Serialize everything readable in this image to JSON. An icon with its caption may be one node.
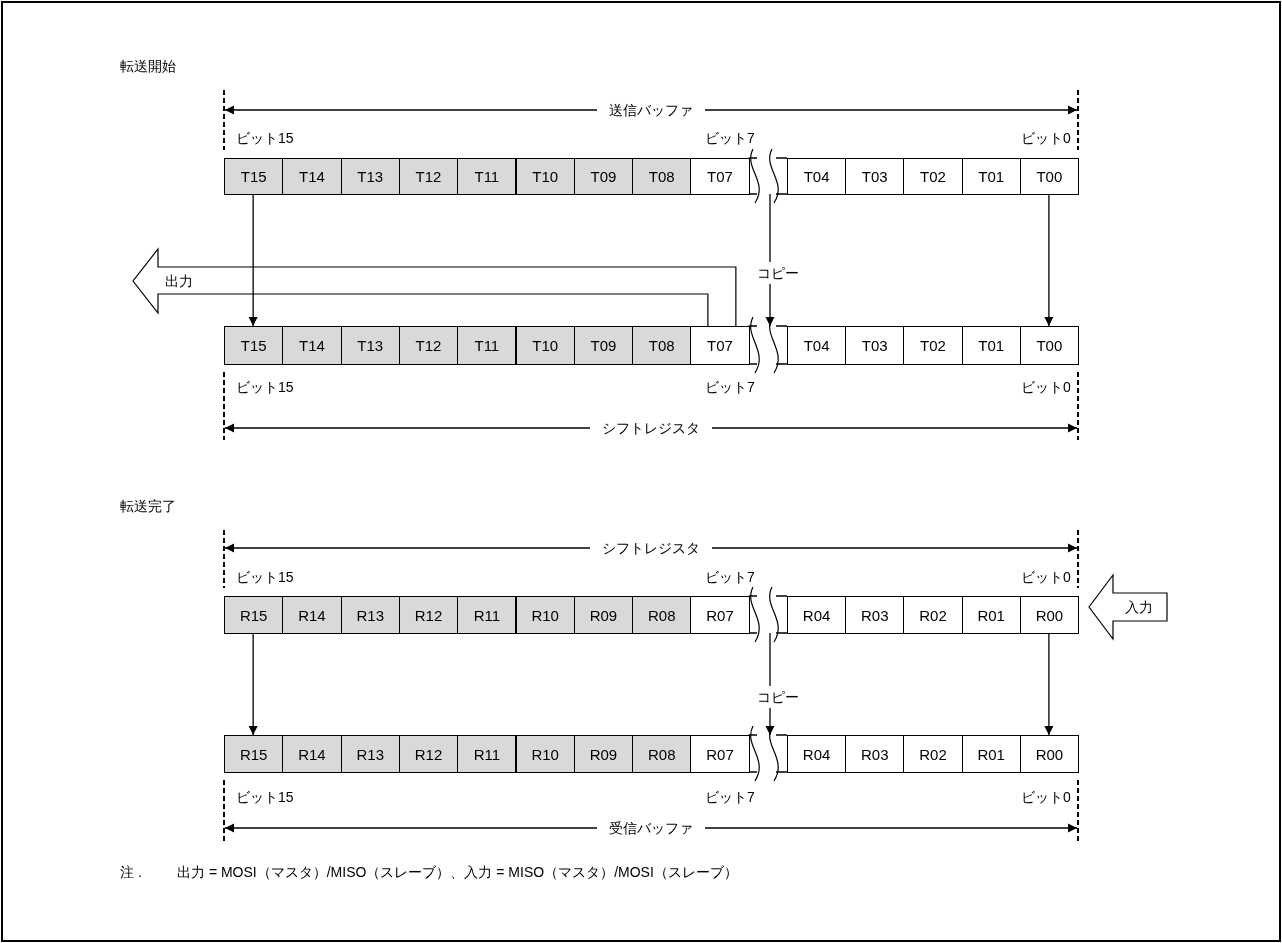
{
  "diagram": {
    "nodes": [
      {
        "text": [],
        "shape": "bar"
      },
      {
        "text": [
          "T15"
        ],
        "in": 0
      },
      {
        "text": [
          "T14"
        ],
        "in": 0
      },
      {
        "text": [
          "T13"
        ],
        "in": 0
      },
      {
        "text": [
          "T12"
        ],
        "in": 0
      },
      {
        "text": [
          "T11"
        ],
        "in": 0
      },
      {
        "text": [
          "T10"
        ],
        "in": 0
      },
      {
        "text": [
          "T09"
        ],
        "in": 0
      },
      {
        "text": [
          "T08"
        ],
        "in": 0
      },
      {
        "text": [
          "T07"
        ],
        "in": 0
      },
      {
        "text": [
          "T04"
        ],
        "in": 0
      },
      {
        "text": [
          "T03"
        ],
        "in": 0
      },
      {
        "text": [
          "T02"
        ],
        "in": 0
      },
      {
        "text": [
          "T01"
        ],
        "in": 0
      },
      {
        "text": [
          "T00"
        ],
        "in": 0
      },
      {
        "text": [],
        "shape": "bar"
      },
      {
        "text": [
          "T15"
        ],
        "in": 15
      },
      {
        "text": [
          "T14"
        ],
        "in": 15
      },
      {
        "text": [
          "T13"
        ],
        "in": 15
      },
      {
        "text": [
          "T12"
        ],
        "in": 15
      },
      {
        "text": [
          "T11"
        ],
        "in": 15
      },
      {
        "text": [
          "T10"
        ],
        "in": 15
      },
      {
        "text": [
          "T09"
        ],
        "in": 15
      },
      {
        "text": [
          "T08"
        ],
        "in": 15
      },
      {
        "text": [
          "T07"
        ],
        "in": 15
      },
      {
        "text": [
          "T04"
        ],
        "in": 15
      },
      {
        "text": [
          "T03"
        ],
        "in": 15
      },
      {
        "text": [
          "T02"
        ],
        "in": 15
      },
      {
        "text": [
          "T01"
        ],
        "in": 15
      },
      {
        "text": [
          "T00"
        ],
        "in": 15
      },
      {
        "text": [
          "出力"
        ]
      },
      {
        "text": [],
        "shape": "bar"
      },
      {
        "text": [
          "R15"
        ],
        "in": 31
      },
      {
        "text": [
          "R14"
        ],
        "in": 31
      },
      {
        "text": [
          "R13"
        ],
        "in": 31
      },
      {
        "text": [
          "R12"
        ],
        "in": 31
      },
      {
        "text": [
          "R11"
        ],
        "in": 31
      },
      {
        "text": [
          "R10"
        ],
        "in": 31
      },
      {
        "text": [
          "R09"
        ],
        "in": 31
      },
      {
        "text": [
          "R08"
        ],
        "in": 31
      },
      {
        "text": [
          "R07"
        ],
        "in": 31
      },
      {
        "text": [
          "R04"
        ],
        "in": 31
      },
      {
        "text": [
          "R03"
        ],
        "in": 31
      },
      {
        "text": [
          "R02"
        ],
        "in": 31
      },
      {
        "text": [
          "R01"
        ],
        "in": 31
      },
      {
        "text": [
          "R00"
        ],
        "in": 31
      },
      {
        "text": [
          "入力"
        ]
      },
      {
        "text": [],
        "shape": "bar"
      },
      {
        "text": [
          "R15"
        ],
        "in": 47
      },
      {
        "text": [
          "R14"
        ],
        "in": 47
      },
      {
        "text": [
          "R13"
        ],
        "in": 47
      },
      {
        "text": [
          "R12"
        ],
        "in": 47
      },
      {
        "text": [
          "R11"
        ],
        "in": 47
      },
      {
        "text": [
          "R10"
        ],
        "in": 47
      },
      {
        "text": [
          "R09"
        ],
        "in": 47
      },
      {
        "text": [
          "R08"
        ],
        "in": 47
      },
      {
        "text": [
          "R07"
        ],
        "in": 47
      },
      {
        "text": [
          "R04"
        ],
        "in": 47
      },
      {
        "text": [
          "R03"
        ],
        "in": 47
      },
      {
        "text": [
          "R02"
        ],
        "in": 47
      },
      {
        "text": [
          "R01"
        ],
        "in": 47
      },
      {
        "text": [
          "R00"
        ],
        "in": 47
      }
    ],
    "edges": [
      {
        "from": 1,
        "to": 16,
        "arrow": "to"
      },
      {
        "from": 0,
        "to": 15,
        "arrow": "to",
        "label": "コピー"
      },
      {
        "from": 14,
        "to": 29,
        "arrow": "to"
      },
      {
        "from": 24,
        "to": 30,
        "arrow": "none"
      },
      {
        "from": 32,
        "to": 48,
        "arrow": "to"
      },
      {
        "from": 31,
        "to": 47,
        "arrow": "to",
        "label": "コピー"
      },
      {
        "from": 45,
        "to": 61,
        "arrow": "to"
      }
    ],
    "labels": [
      "転送開始",
      "送信バッファ",
      "ビット15",
      "ビット7",
      "ビット0",
      "ビット15",
      "ビット7",
      "ビット0",
      "シフトレジスタ",
      "転送完了",
      "シフトレジスタ",
      "ビット15",
      "ビット7",
      "ビット0",
      "ビット15",
      "ビット7",
      "ビット0",
      "受信バッファ",
      "注 .",
      "出力 = MOSI（マスタ）/MISO（スレーブ）、入力 = MISO（マスタ）/MOSI（スレーブ）"
    ]
  }
}
